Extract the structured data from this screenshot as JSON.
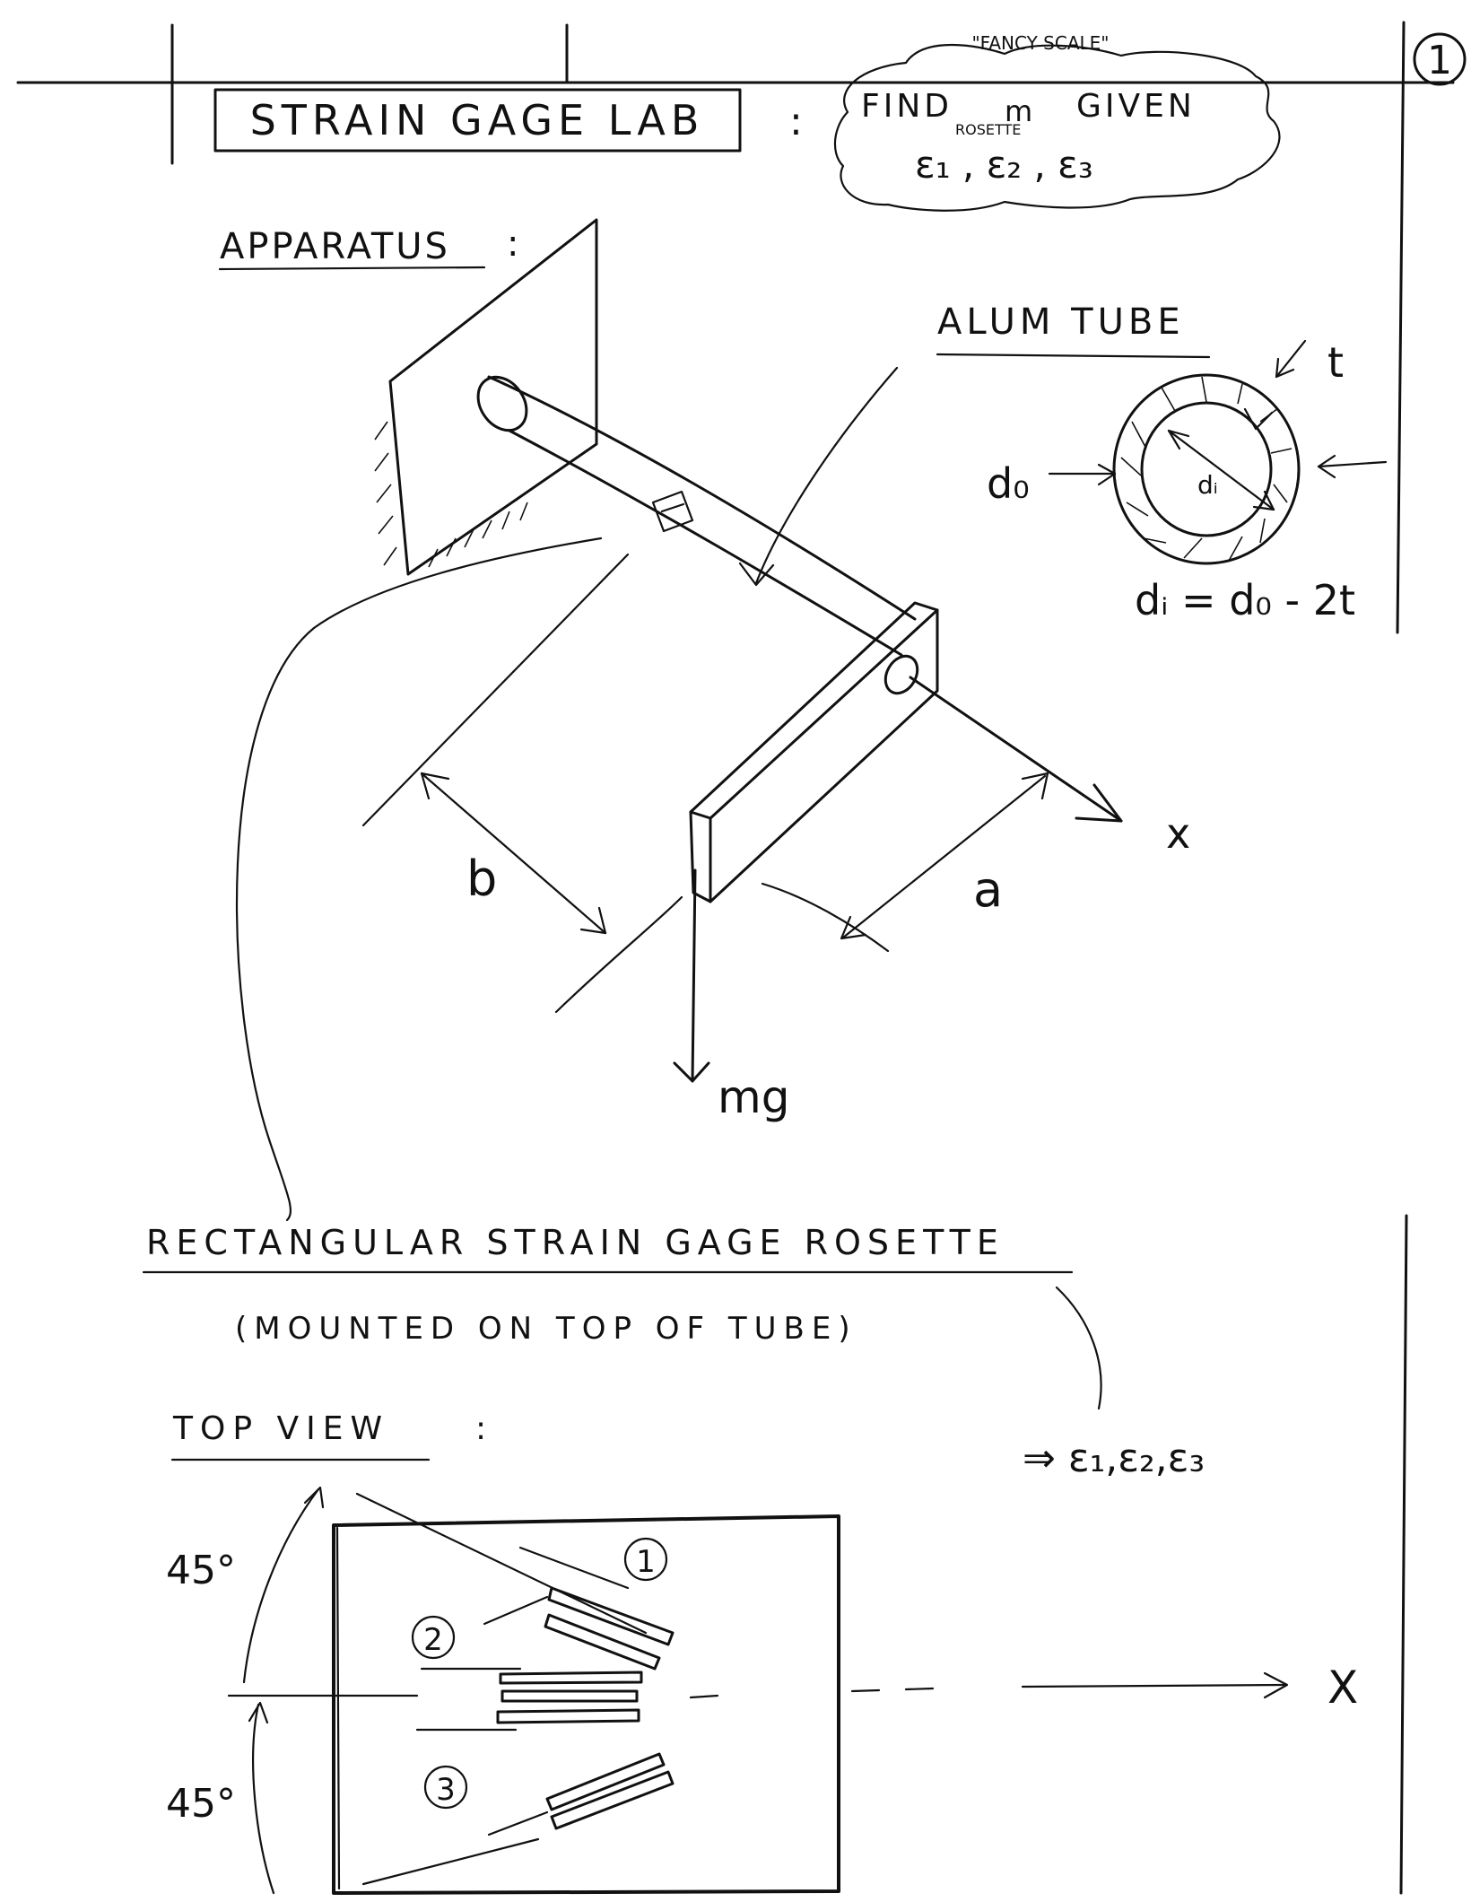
{
  "page": {
    "number": "1",
    "title": "STRAIN GAGE LAB",
    "title_colon": ":"
  },
  "cloud_note": {
    "caption": "\"FANCY SCALE\"",
    "line1_find": "FIND",
    "line1_m": "m",
    "line1_given": "GIVEN",
    "subscript": "ROSETTE",
    "line2": "ε₁ , ε₂ , ε₃"
  },
  "apparatus": {
    "heading": "APPARATUS",
    "colon": ":",
    "tube_label": "ALUM TUBE",
    "dim_a": "a",
    "dim_b": "b",
    "axis_x": "x",
    "load": "mg"
  },
  "cross_section": {
    "t": "t",
    "d_o": "d₀",
    "d_i": "dᵢ",
    "relation": "dᵢ = d₀ - 2t"
  },
  "rosette": {
    "heading": "RECTANGULAR STRAIN GAGE ROSETTE",
    "subheading": "(MOUNTED ON TOP OF TUBE)",
    "output": "⇒ ε₁,ε₂,ε₃"
  },
  "top_view": {
    "heading": "TOP VIEW",
    "colon": ":",
    "angle_upper": "45°",
    "angle_lower": "45°",
    "gage_1": "1",
    "gage_2": "2",
    "gage_3": "3",
    "axis_x": "X"
  }
}
